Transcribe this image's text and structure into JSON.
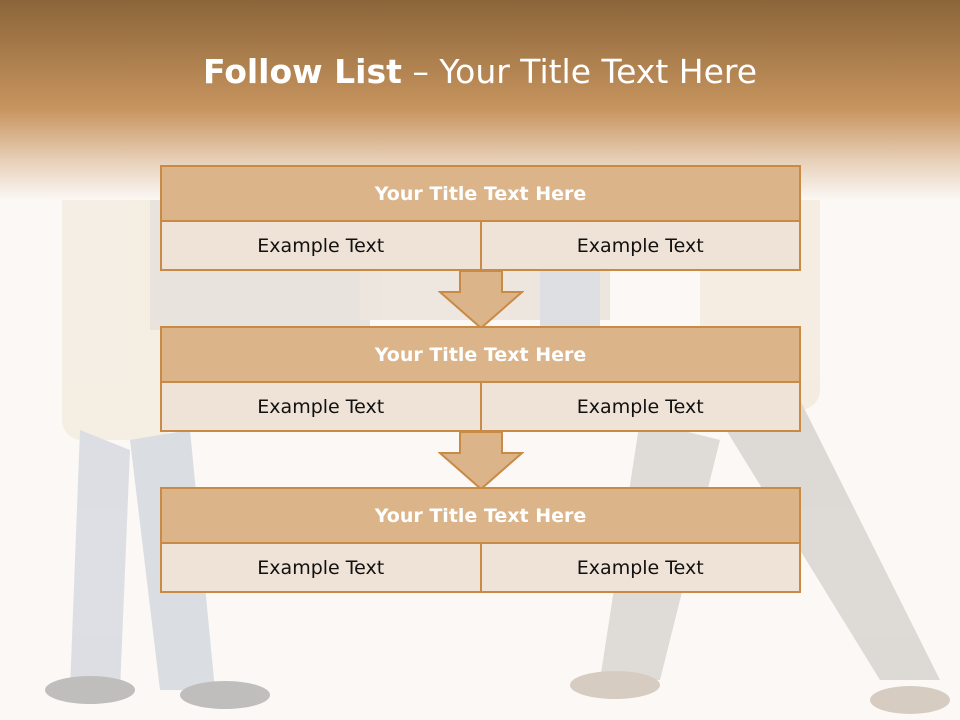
{
  "title": {
    "bold": "Follow List",
    "rest": " – Your Title Text Here"
  },
  "colors": {
    "header_fill": "#dbb48a",
    "border": "#c98a46",
    "cell_fill": "#efe2d7",
    "banner_top": "#8b6539",
    "banner_mid": "#c8955f"
  },
  "blocks": [
    {
      "title": "Your Title Text Here",
      "cells": [
        "Example Text",
        "Example Text"
      ]
    },
    {
      "title": "Your Title Text Here",
      "cells": [
        "Example Text",
        "Example Text"
      ]
    },
    {
      "title": "Your Title Text Here",
      "cells": [
        "Example Text",
        "Example Text"
      ]
    }
  ],
  "connectors": [
    "down-arrow-icon",
    "down-arrow-icon"
  ]
}
